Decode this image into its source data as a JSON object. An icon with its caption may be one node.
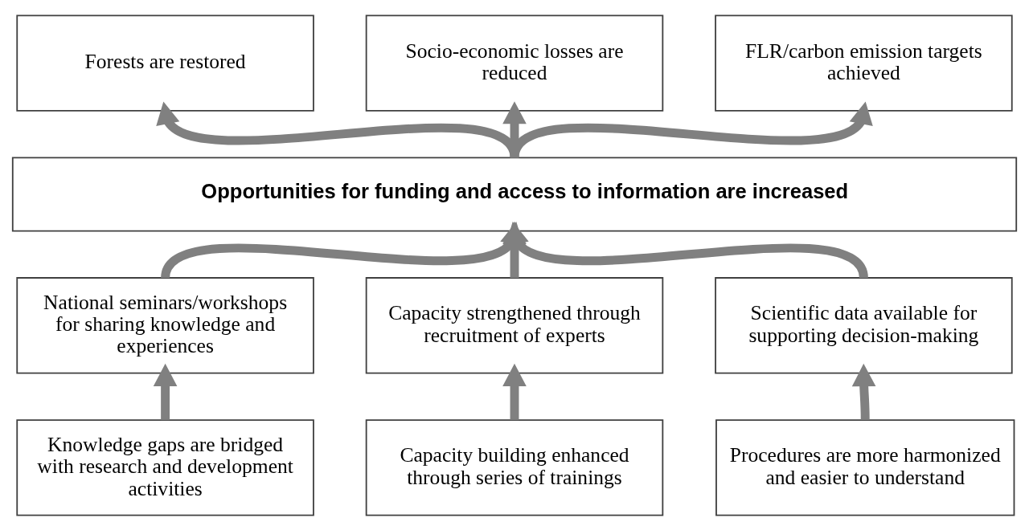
{
  "diagram": {
    "nodes": [
      {
        "text": [
          "Forests are restored"
        ]
      },
      {
        "text": [
          "Socio-economic losses are reduced"
        ]
      },
      {
        "text": [
          "FLR/carbon emission targets achieved"
        ]
      },
      {
        "text": [
          "Opportunities for funding and access to information are increased"
        ]
      },
      {
        "text": [
          "National seminars/workshops for sharing knowledge and experiences"
        ]
      },
      {
        "text": [
          "Capacity strengthened through recruitment of experts"
        ]
      },
      {
        "text": [
          "Scientific data available for supporting decision-making"
        ]
      },
      {
        "text": [
          "Knowledge gaps are bridged with research and development activities"
        ]
      },
      {
        "text": [
          "Capacity building enhanced through series of trainings"
        ]
      },
      {
        "text": [
          "Procedures are more harmonized and easier to understand"
        ]
      }
    ],
    "edges": [
      {
        "from": 3,
        "to": 0,
        "arrow": "to"
      },
      {
        "from": 3,
        "to": 1,
        "arrow": "to"
      },
      {
        "from": 3,
        "to": 2,
        "arrow": "to"
      },
      {
        "from": 4,
        "to": 3,
        "arrow": "to"
      },
      {
        "from": 5,
        "to": 3,
        "arrow": "to"
      },
      {
        "from": 6,
        "to": 3,
        "arrow": "to"
      },
      {
        "from": 7,
        "to": 4,
        "arrow": "to"
      },
      {
        "from": 8,
        "to": 5,
        "arrow": "to"
      },
      {
        "from": 9,
        "to": 6,
        "arrow": "to"
      }
    ]
  }
}
